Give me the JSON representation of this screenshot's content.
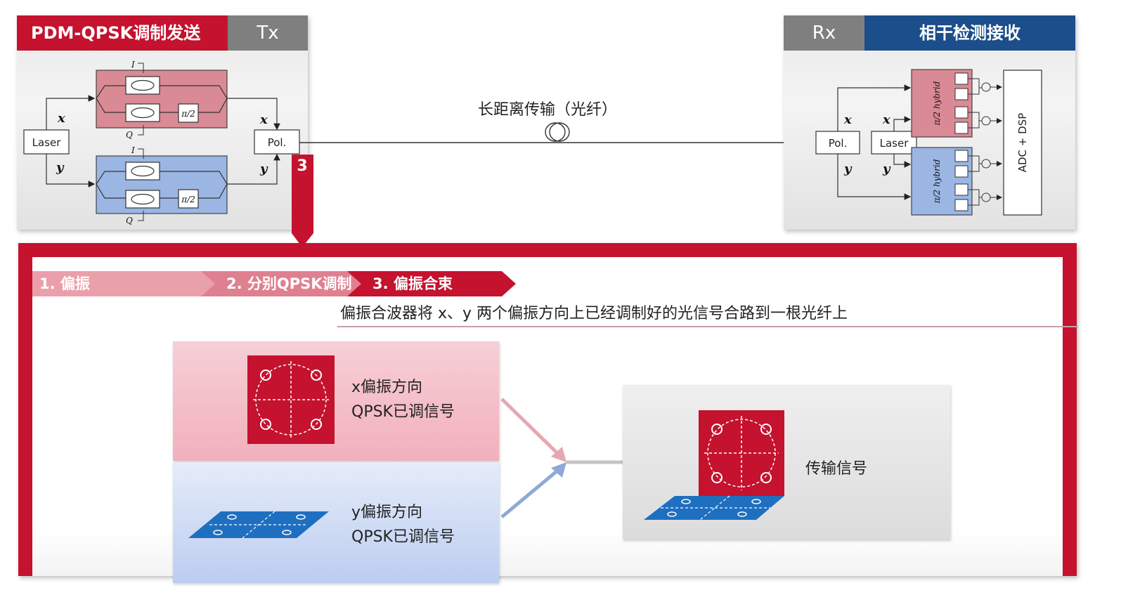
{
  "tx": {
    "title": "PDM-QPSK调制发送",
    "tag": "Tx",
    "laser": "Laser",
    "pol": "Pol.",
    "x": "x",
    "y": "y",
    "i_label": "I",
    "q_label": "Q",
    "pi2": "π/2"
  },
  "rx": {
    "tag": "Rx",
    "title": "相干检测接收",
    "pol": "Pol.",
    "laser": "Laser",
    "x": "x",
    "y": "y",
    "hybrid_top": "π/2 hybrid",
    "hybrid_bottom": "π/2 hybrid",
    "adc": "ADC + DSP"
  },
  "fiber_label": "长距离传输（光纤）",
  "step_marker": "3",
  "steps": [
    "1. 偏振",
    "2. 分别QPSK调制",
    "3. 偏振合束"
  ],
  "description": "偏振合波器将 x、y 两个偏振方向上已经调制好的光信号合路到一根光纤上",
  "x_signal": {
    "line1": "x偏振方向",
    "line2": "QPSK已调信号"
  },
  "y_signal": {
    "line1": "y偏振方向",
    "line2": "QPSK已调信号"
  },
  "output_signal": "传输信号",
  "colors": {
    "red": "#c4122f",
    "blue": "#1b4e8a",
    "gray": "#7f7f7f",
    "tx_red_box": "#d98a95",
    "tx_blue_box": "#9bb6e3"
  }
}
